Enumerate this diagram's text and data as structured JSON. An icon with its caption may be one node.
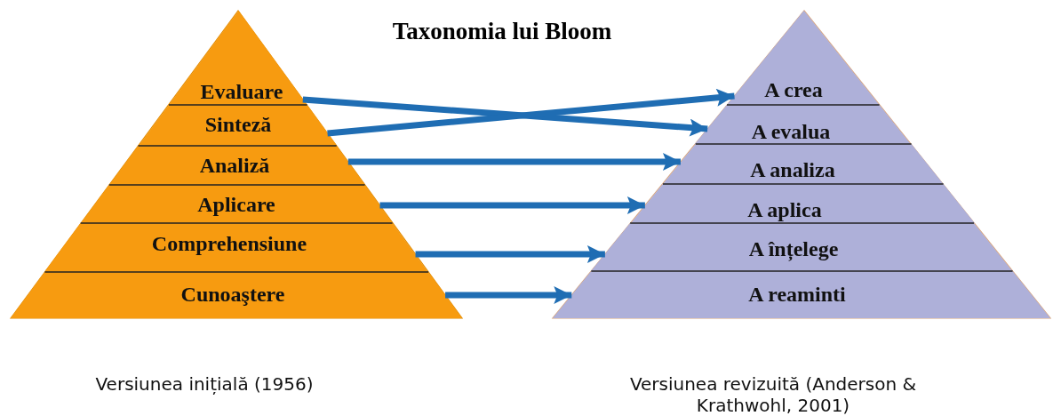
{
  "diagram": {
    "title": "Taxonomia lui Bloom",
    "nodes": [
      {
        "text": [
          "Evaluare"
        ]
      },
      {
        "text": [
          "Sinteză"
        ]
      },
      {
        "text": [
          "Analiză"
        ]
      },
      {
        "text": [
          "Aplicare"
        ]
      },
      {
        "text": [
          "Comprehensiune"
        ]
      },
      {
        "text": [
          "Cunoaştere"
        ]
      },
      {
        "text": [
          "A crea"
        ]
      },
      {
        "text": [
          "A evalua"
        ]
      },
      {
        "text": [
          "A analiza"
        ]
      },
      {
        "text": [
          "A aplica"
        ]
      },
      {
        "text": [
          "A înțelege"
        ]
      },
      {
        "text": [
          "A reaminti"
        ]
      }
    ],
    "edges": [
      {
        "from": 0,
        "to": 7,
        "arrow": "to"
      },
      {
        "from": 1,
        "to": 6,
        "arrow": "to"
      },
      {
        "from": 2,
        "to": 8,
        "arrow": "to"
      },
      {
        "from": 3,
        "to": 9,
        "arrow": "to"
      },
      {
        "from": 4,
        "to": 10,
        "arrow": "to"
      },
      {
        "from": 5,
        "to": 11,
        "arrow": "to"
      }
    ],
    "labels": [
      "Versiunea inițială (1956)",
      "Versiunea revizuită (Anderson & Krathwohl, 2001)"
    ]
  }
}
